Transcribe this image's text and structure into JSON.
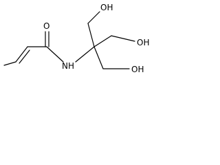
{
  "molecule": {
    "atom_labels": {
      "carbonyl_oxygen": "O",
      "amide_nitrogen": "NH",
      "hydroxyl_top": "OH",
      "hydroxyl_middle": "OH",
      "hydroxyl_bottom": "OH"
    }
  }
}
